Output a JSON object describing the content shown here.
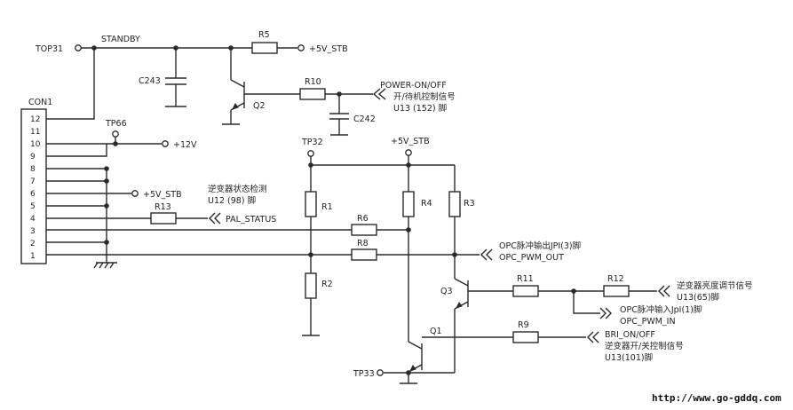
{
  "connector": {
    "name": "CON1",
    "pins": [
      "12",
      "11",
      "10",
      "9",
      "8",
      "7",
      "6",
      "5",
      "4",
      "3",
      "2",
      "1"
    ]
  },
  "nets": {
    "top31": "TOP31",
    "standby": "STANDBY",
    "tp66": "TP66",
    "plus12v": "+12V",
    "plus5v_stb_con": "+5V_STB",
    "plus5v_stb_r5": "+5V_STB",
    "plus5v_stb_mid": "+5V_STB",
    "tp32": "TP32",
    "tp33": "TP33",
    "pal_status": "PAL_STATUS"
  },
  "components": {
    "r1": "R1",
    "r2": "R2",
    "r3": "R3",
    "r4": "R4",
    "r5": "R5",
    "r6": "R6",
    "r8": "R8",
    "r9": "R9",
    "r10": "R10",
    "r11": "R11",
    "r12": "R12",
    "r13": "R13",
    "c242": "C242",
    "c243": "C243",
    "q1": "Q1",
    "q2": "Q2",
    "q3": "Q3"
  },
  "annotations": {
    "power_on_line1": "POWER-ON/OFF",
    "power_on_line2": "开/待机控制信号",
    "power_on_line3": "U13 (152) 脚",
    "inverter_status_line1": "逆变器状态检测",
    "inverter_status_line2": "U12 (98) 脚",
    "opc_out_line1": "OPC脉冲输出JPI(3)脚",
    "opc_out_line2": "OPC_PWM_OUT",
    "brightness_line1": "逆变器亮度调节信号",
    "brightness_line2": "U13(65)脚",
    "opc_in_line1": "OPC脉冲输入JpI(1)脚",
    "opc_in_line2": "OPC_PWM_IN",
    "bri_line1": "BRI_ON/OFF",
    "bri_line2": "逆变器开/关控制信号",
    "bri_line3": "U13(101)脚"
  },
  "watermark": "http://www.go-gddq.com"
}
